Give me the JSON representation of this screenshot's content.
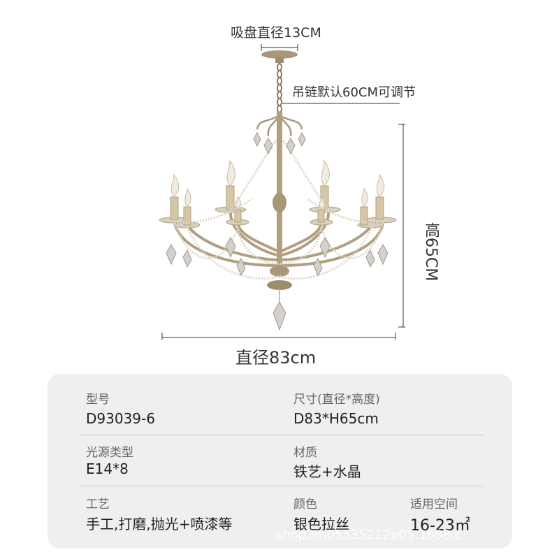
{
  "dimensions": {
    "canopy": "吸盘直径13CM",
    "chain": "吊链默认60CM可调节",
    "height": "高65CM",
    "diameter": "直径83cm"
  },
  "specs": {
    "model_key": "型号",
    "model_val": "D93039-6",
    "size_key": "尺寸(直径*高度)",
    "size_val": "D83*H65cm",
    "source_key": "光源类型",
    "source_val": "E14*8",
    "material_key": "材质",
    "material_val": "铁艺+水晶",
    "craft_key": "工艺",
    "craft_val": "手工,打磨,抛光+喷漆等",
    "color_key": "颜色",
    "color_val": "银色拉丝",
    "space_key": "适用空间",
    "space_val": "16-23㎡"
  },
  "watermark": "shop3m05535212p05.1688.c",
  "colors": {
    "metal": "#b8a88a",
    "bead": "#e8dccf",
    "panel": "#efefef"
  }
}
